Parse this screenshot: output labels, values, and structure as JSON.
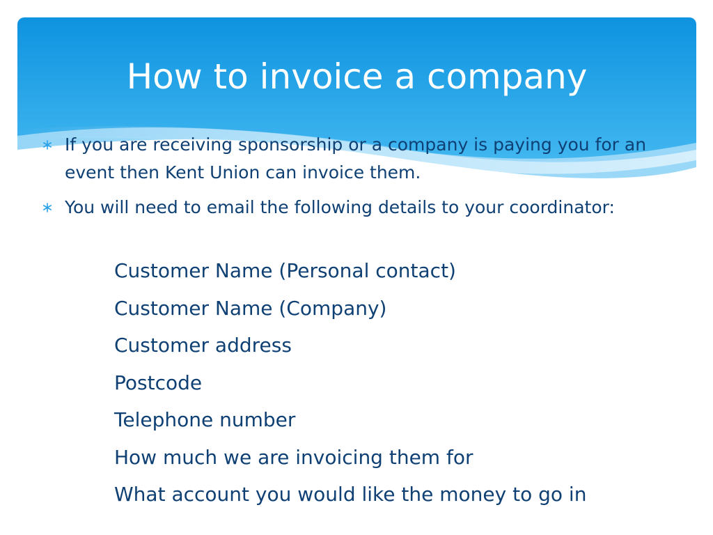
{
  "slide": {
    "title": "How to invoice a company",
    "bullets": [
      "If you are receiving sponsorship or a company is paying you for an event then Kent Union can invoice them.",
      "You will need to email the following details to your coordinator:"
    ],
    "details": [
      "Customer Name (Personal contact)",
      "Customer Name (Company)",
      "Customer address",
      "Postcode",
      "Telephone number",
      "How much we are invoicing them for",
      "What account you would like the money to go in"
    ]
  },
  "colors": {
    "header_top": "#0e93e0",
    "header_bottom": "#4fc0f4",
    "text": "#0f4074",
    "bullet_marker": "#2aa1e6"
  },
  "icons": {
    "bullet_marker": "asterisk-bullet-icon"
  }
}
